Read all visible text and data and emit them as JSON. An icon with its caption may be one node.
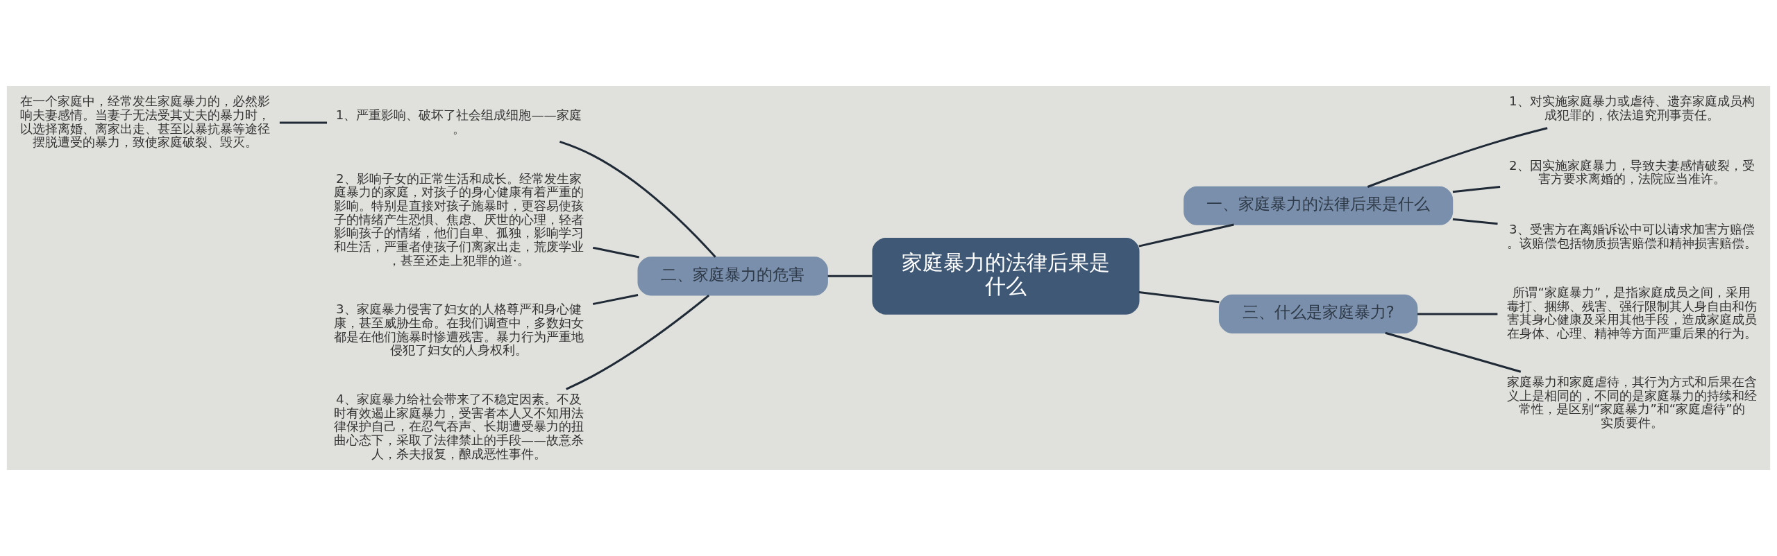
{
  "diagram": {
    "nodes": [
      {
        "text": [
          "家庭暴力的法律后果是什么"
        ]
      },
      {
        "text": [
          "一、家庭暴力的法律后果是什么"
        ]
      },
      {
        "text": [
          "1、对实施家庭暴力或虐待、遗弃家庭成员构成犯罪的，依法追究刑事责任。"
        ]
      },
      {
        "text": [
          "2、因实施家庭暴力，导致夫妻感情破裂，受害方要求离婚的，法院应当准许。"
        ]
      },
      {
        "text": [
          "3、受害方在离婚诉讼中可以请求加害方赔偿。该赔偿包括物质损害赔偿和精神损害赔偿。"
        ]
      },
      {
        "text": [
          "二、家庭暴力的危害"
        ]
      },
      {
        "text": [
          "1、严重影响、破坏了社会组成细胞——家庭。"
        ]
      },
      {
        "text": [
          "2、影响子女的正常生活和成长。经常发生家庭暴力的家庭，对孩子的身心健康有着严重的影响。特别是直接对孩子施暴时，更容易使孩子的情绪产生恐惧、焦虑、厌世的心理，轻者影响孩子的情绪，他们自卑、孤独，影响学习和生活，严重者使孩子们离家出走，荒废学业，甚至还走上犯罪的道·。"
        ]
      },
      {
        "text": [
          "3、家庭暴力侵害了妇女的人格尊严和身心健康，甚至威胁生命。在我们调查中，多数妇女都是在他们施暴时惨遭残害。暴力行为严重地侵犯了妇女的人身权利。"
        ]
      },
      {
        "text": [
          "4、家庭暴力给社会带来了不稳定因素。不及时有效遏止家庭暴力，受害者本人又不知用法律保护自己，在忍气吞声、长期遭受暴力的扭曲心态下，采取了法律禁止的手段——故意杀人，杀夫报复，酿成恶性事件。"
        ]
      },
      {
        "text": [
          "在一个家庭中，经常发生家庭暴力的，必然影响夫妻感情。当妻子无法受其丈夫的暴力时，以选择离婚、离家出走、甚至以暴抗暴等途径摆脱遭受的暴力，致使家庭破裂、毁灭。"
        ]
      },
      {
        "text": [
          "三、什么是家庭暴力?"
        ]
      },
      {
        "text": [
          "所谓“家庭暴力”，是指家庭成员之间，采用毒打、捆绑、残害、强行限制其人身自由和伤害其身心健康及采用其他手段，造成家庭成员在身体、心理、精神等方面严重后果的行为。"
        ]
      },
      {
        "text": [
          "家庭暴力和家庭虐待，其行为方式和后果在含义上是相同的，不同的是家庭暴力的持续和经常性，是区别“家庭暴力”和“家庭虐待”的实质要件。"
        ]
      }
    ],
    "edges": [
      {
        "from": 0,
        "to": 1,
        "arrow": "none"
      },
      {
        "from": 1,
        "to": 2,
        "arrow": "none"
      },
      {
        "from": 1,
        "to": 3,
        "arrow": "none"
      },
      {
        "from": 1,
        "to": 4,
        "arrow": "none"
      },
      {
        "from": 0,
        "to": 5,
        "arrow": "none"
      },
      {
        "from": 5,
        "to": 6,
        "arrow": "none"
      },
      {
        "from": 5,
        "to": 7,
        "arrow": "none"
      },
      {
        "from": 5,
        "to": 8,
        "arrow": "none"
      },
      {
        "from": 5,
        "to": 9,
        "arrow": "none"
      },
      {
        "from": 6,
        "to": 10,
        "arrow": "none"
      },
      {
        "from": 0,
        "to": 11,
        "arrow": "none"
      },
      {
        "from": 11,
        "to": 12,
        "arrow": "none"
      },
      {
        "from": 11,
        "to": 13,
        "arrow": "none"
      }
    ]
  }
}
